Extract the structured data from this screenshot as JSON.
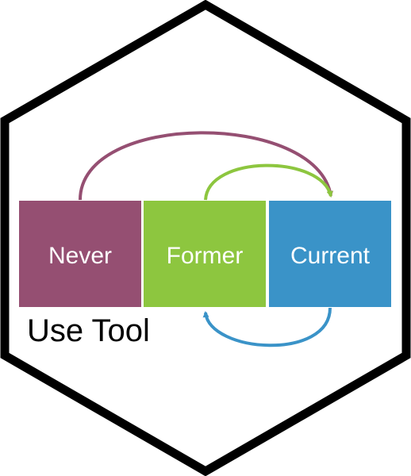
{
  "states": [
    {
      "id": "never",
      "label": "Never",
      "color": "#954f72"
    },
    {
      "id": "former",
      "label": "Former",
      "color": "#8dc63f"
    },
    {
      "id": "current",
      "label": "Current",
      "color": "#3a93c8"
    }
  ],
  "transitions": [
    {
      "from": "Never",
      "to": "Current",
      "color": "#954f72"
    },
    {
      "from": "Former",
      "to": "Current",
      "color": "#8dc63f"
    },
    {
      "from": "Current",
      "to": "Former",
      "color": "#3a93c8"
    }
  ],
  "caption": "Use Tool",
  "hexagon": {
    "stroke": "#000000",
    "fill": "#ffffff"
  }
}
